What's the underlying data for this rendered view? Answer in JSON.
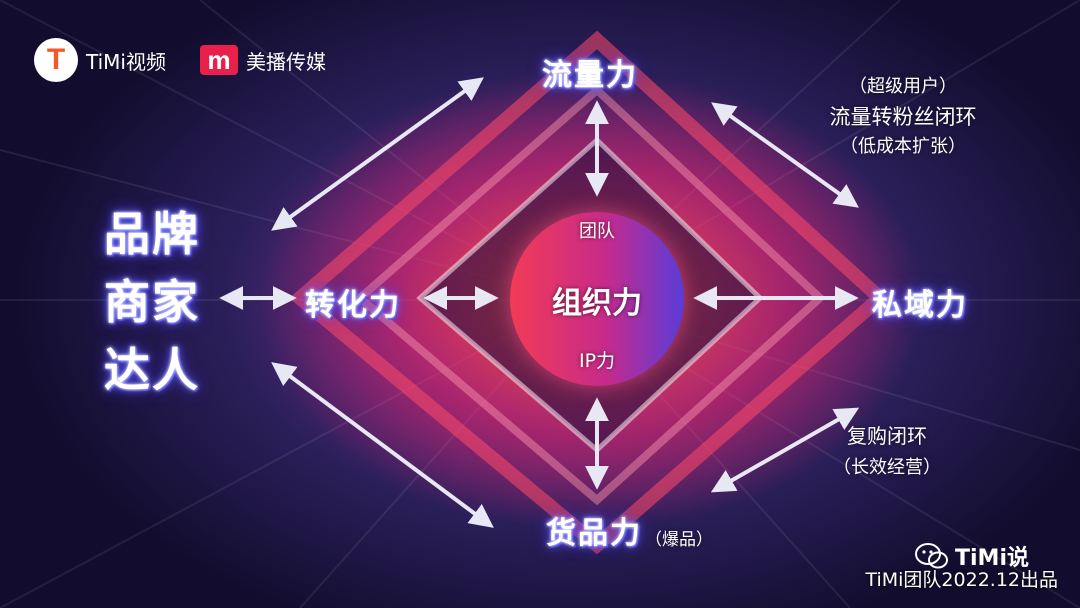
{
  "logos": {
    "timi": {
      "letter": "T",
      "name": "TiMi视频"
    },
    "meibo": {
      "letter": "m",
      "name": "美播传媒"
    }
  },
  "left_block": {
    "lines": [
      "品牌",
      "商家",
      "达人"
    ]
  },
  "nodes": {
    "top": "流量力",
    "left": "转化力",
    "right": "私域力",
    "bottom": "货品力",
    "bottom_note": "（爆品）"
  },
  "center": {
    "title": "组织力",
    "top_label": "团队",
    "bottom_label": "IP力"
  },
  "annotations": {
    "top_right": [
      "（超级用户）",
      "流量转粉丝闭环",
      "（低成本扩张）"
    ],
    "bottom_right": [
      "复购闭环",
      "（长效经营）"
    ]
  },
  "footer": {
    "wechat_name": "TiMi说",
    "credit": "TiMi团队2022.12出品"
  }
}
